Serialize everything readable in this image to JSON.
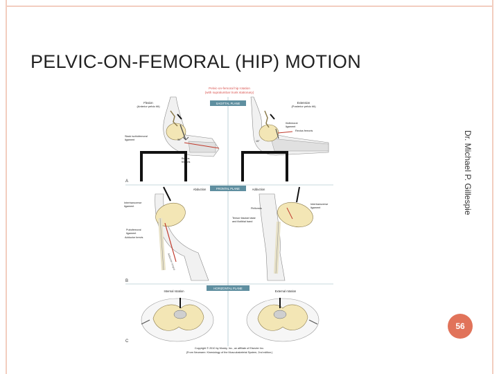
{
  "slide": {
    "title": "PELVIC-ON-FEMORAL (HIP) MOTION",
    "author": "Dr. Michael P. Gillespie",
    "page_number": "56"
  },
  "figure": {
    "heading_line1": "Pelvic-on-femoral hip rotation",
    "heading_line2": "(with supralumbar trunk stationary)",
    "planes": {
      "sagittal": "SAGITTAL PLANE",
      "frontal": "FRONTAL PLANE",
      "horizontal": "HORIZONTAL PLANE"
    },
    "panel_letters": [
      "A",
      "B",
      "C"
    ],
    "sagittal_labels": {
      "flexion": "Flexion",
      "flexion_sub": "(Anterior pelvic tilt)",
      "extension": "Extension",
      "extension_sub": "(Posterior pelvic tilt)",
      "slack_ischiofemoral": "Slack ischiofemoral",
      "ligament": "ligament",
      "iliofemoral": "Iliofemoral",
      "rectus_femoris": "Rectus femoris",
      "biceps_femoris": "Biceps",
      "femoris": "femoris",
      "angle_30_left": "30°",
      "angle_15_right": "15°"
    },
    "frontal_labels": {
      "abduction": "Abduction",
      "adduction": "Adduction",
      "intertransverse_left": "Intertransverse",
      "intertransverse_right": "Intertransverse",
      "ligament": "ligament",
      "piriformis": "Piriformis",
      "tensor_fasciae": "Tensor fasciae latae",
      "iliotibial": "and iliotibial band",
      "pubofemoral": "Pubofemoral",
      "adductor_brevis": "Adductor brevis",
      "adductor_longus": "Adductor longus"
    },
    "horizontal_labels": {
      "internal_rotation": "Internal rotation",
      "external_rotation": "External rotation"
    },
    "copyright_line1": "Copyright © 2010 by Mosby, Inc., an affiliate of Elsevier Inc.",
    "copyright_line2": "(From Neumann: Kinesiology of the Musculoskeletal System, 2nd edition.)"
  },
  "colors": {
    "accent": "#e1735a",
    "frame": "#f3cdbf",
    "plane_box": "#5f8fa0",
    "bone": "#f3e6b5",
    "heading_red": "#d9534f"
  }
}
